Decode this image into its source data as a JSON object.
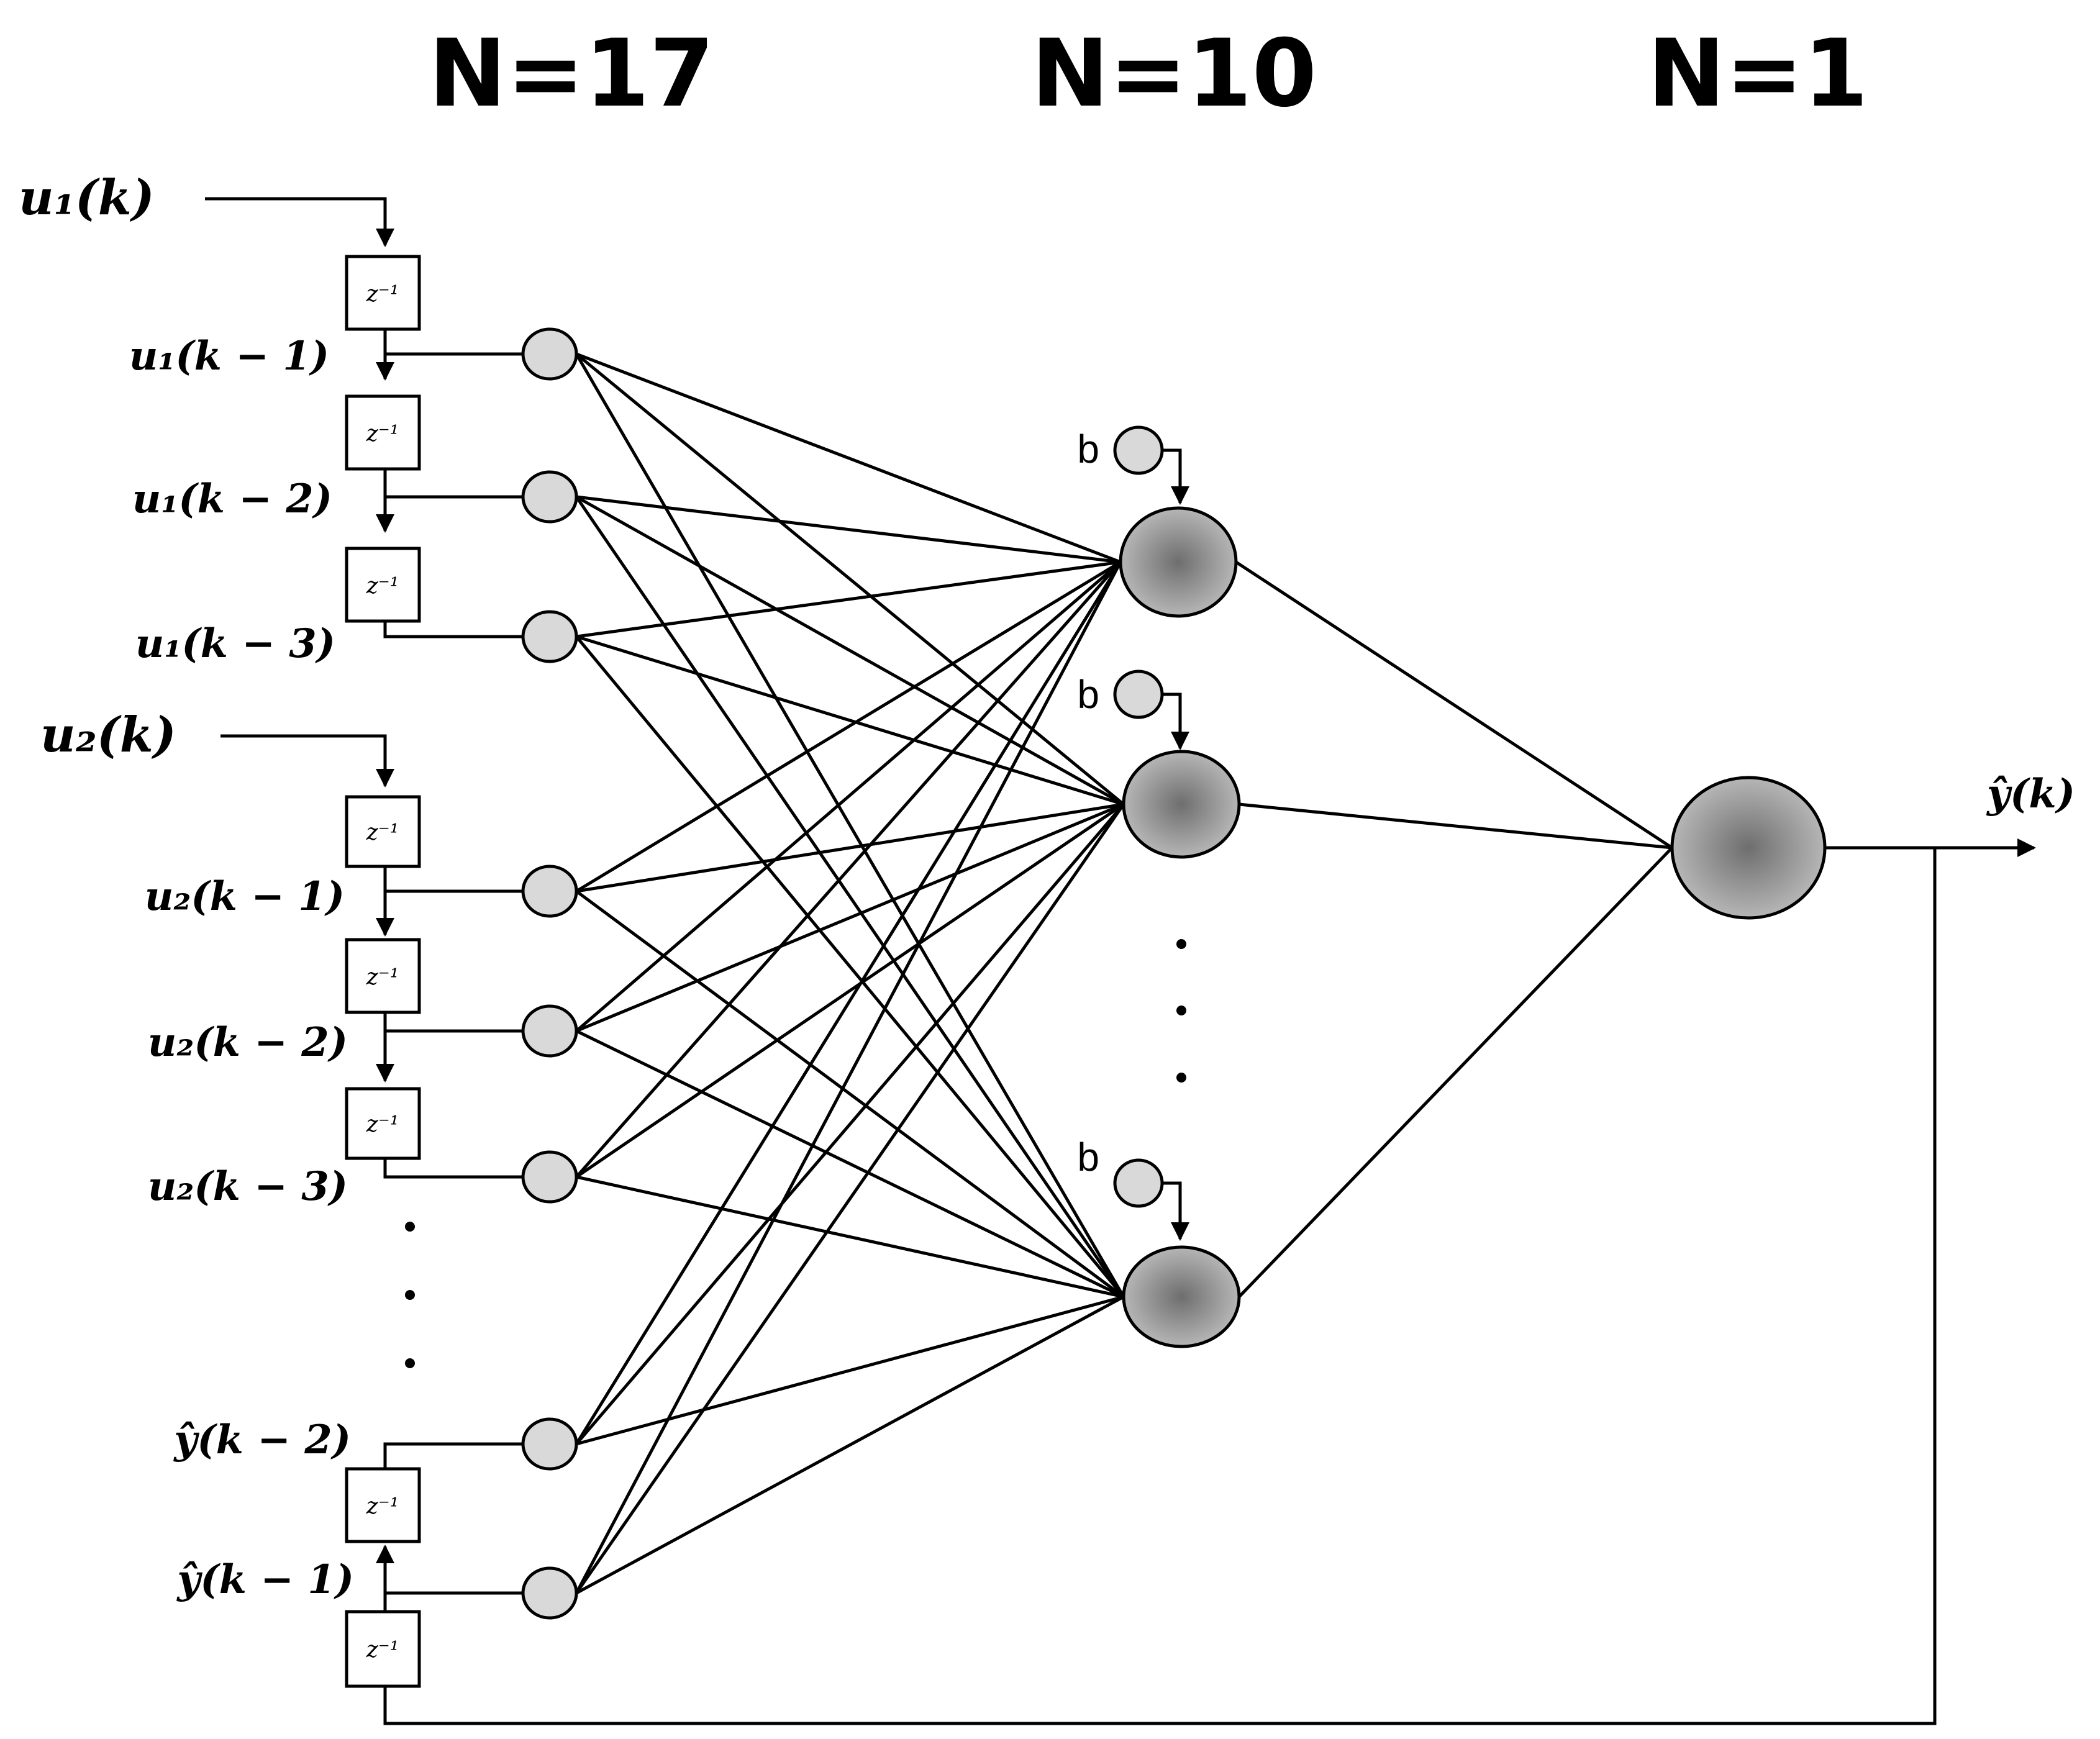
{
  "headers": {
    "input_layer": "N=17",
    "hidden_layer": "N=10",
    "output_layer": "N=1"
  },
  "inputs": {
    "u1": "u₁(k)",
    "u2": "u₂(k)"
  },
  "input_labels": [
    "u₁(k − 1)",
    "u₁(k − 2)",
    "u₁(k − 3)",
    "u₂(k − 1)",
    "u₂(k − 2)",
    "u₂(k − 3)",
    "ŷ(k − 2)",
    "ŷ(k − 1)"
  ],
  "delay_label": "z⁻¹",
  "bias_label": "b",
  "output_label": "ŷ(k)",
  "ellipsis": "⋮"
}
